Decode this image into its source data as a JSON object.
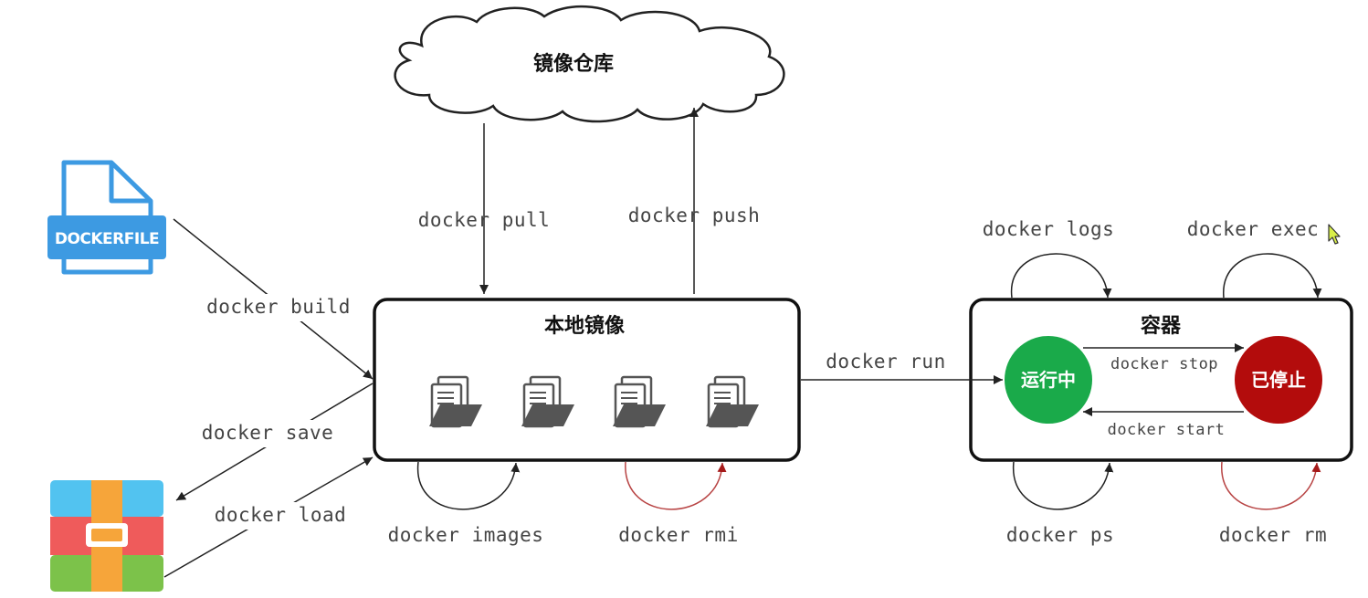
{
  "nodes": {
    "registry": "镜像仓库",
    "local_images": "本地镜像",
    "container": "容器",
    "running": "运行中",
    "stopped": "已停止",
    "dockerfile_icon_text": "DOCKERFILE"
  },
  "commands": {
    "pull": "docker pull",
    "push": "docker push",
    "build": "docker build",
    "save": "docker save",
    "load": "docker load",
    "images": "docker images",
    "rmi": "docker rmi",
    "run": "docker run",
    "logs": "docker logs",
    "exec": "docker exec",
    "stop": "docker stop",
    "start": "docker start",
    "ps": "docker ps",
    "rm": "docker rm"
  },
  "icons": {
    "dockerfile": "dockerfile-document-icon",
    "archive": "archive-package-icon",
    "image_folder": "image-folder-icon",
    "cursor": "mouse-cursor-icon"
  },
  "colors": {
    "running": "#1aaa4a",
    "stopped": "#b30c0c",
    "dockerfile_blue": "#3d9ae2",
    "destructive_arrow": "#b84444",
    "archive_red": "#ef5b5b",
    "archive_green": "#7cc24a",
    "archive_blue": "#52c3f0",
    "archive_orange": "#f6a53a"
  }
}
